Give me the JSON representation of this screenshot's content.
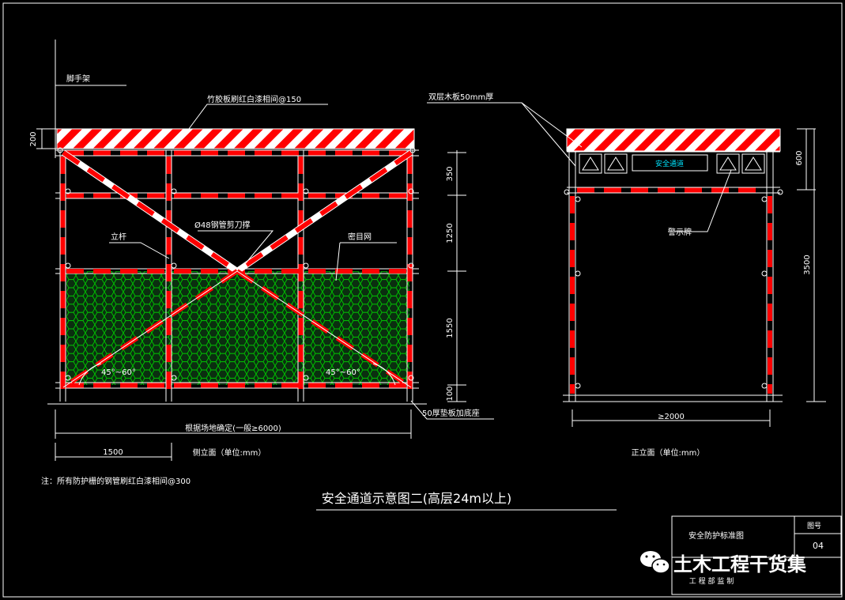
{
  "drawing": {
    "title": "安全通道示意图二(高层24m以上)",
    "note": "注：所有防护栅的钢管刷红白漆相间@300",
    "side_view": {
      "caption": "侧立面（单位:mm）",
      "labels": {
        "scaffold": "脚手架",
        "bamboo_board": "竹胶板刷红白漆相间@150",
        "steel_brace": "Ø48钢管剪刀撑",
        "upright": "立杆",
        "dense_net": "密目网",
        "base_board": "50厚垫板加底座",
        "span": "根据场地确定(一般≥6000)",
        "angle_left": "45°~60°",
        "angle_right": "45°~60°"
      },
      "dims": {
        "d200": "200",
        "d350": "350",
        "d1250": "1250",
        "d1550": "1550",
        "d100": "100",
        "d1500": "1500"
      }
    },
    "front_view": {
      "caption": "正立面（单位:mm）",
      "labels": {
        "double_plank": "双层木板50mm厚",
        "warning_sign": "警示牌",
        "banner": "安全通道",
        "width": "≥2000"
      },
      "dims": {
        "d600": "600",
        "d3500": "3500"
      }
    },
    "title_block": {
      "name": "安全防护标准图",
      "sheet_label": "图号",
      "sheet_no": "04",
      "brand": "土木工程干货集",
      "subtitle": "工 程 部 监 制"
    },
    "colors": {
      "line": "#ffffff",
      "warning": "#ff0000",
      "net": "#00c800",
      "banner_text": "#00e5ff"
    }
  }
}
